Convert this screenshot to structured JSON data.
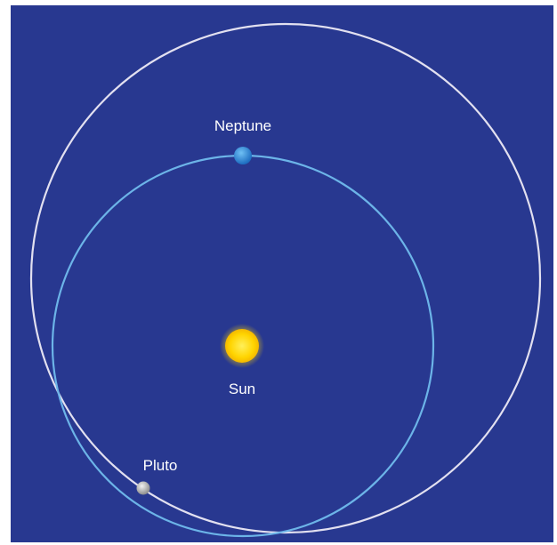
{
  "labels": {
    "neptune": "Neptune",
    "sun": "Sun",
    "pluto": "Pluto"
  },
  "colors": {
    "background": "#283890",
    "frame": "#1c2a70",
    "neptune_orbit": "#6cb4e8",
    "pluto_orbit": "#e2e0f0",
    "sun_core": "#ffd400",
    "sun_glow": "#ffee66",
    "neptune_planet": "#2a86d4",
    "pluto_planet": "#b8b8b8",
    "label_text": "#ffffff"
  }
}
